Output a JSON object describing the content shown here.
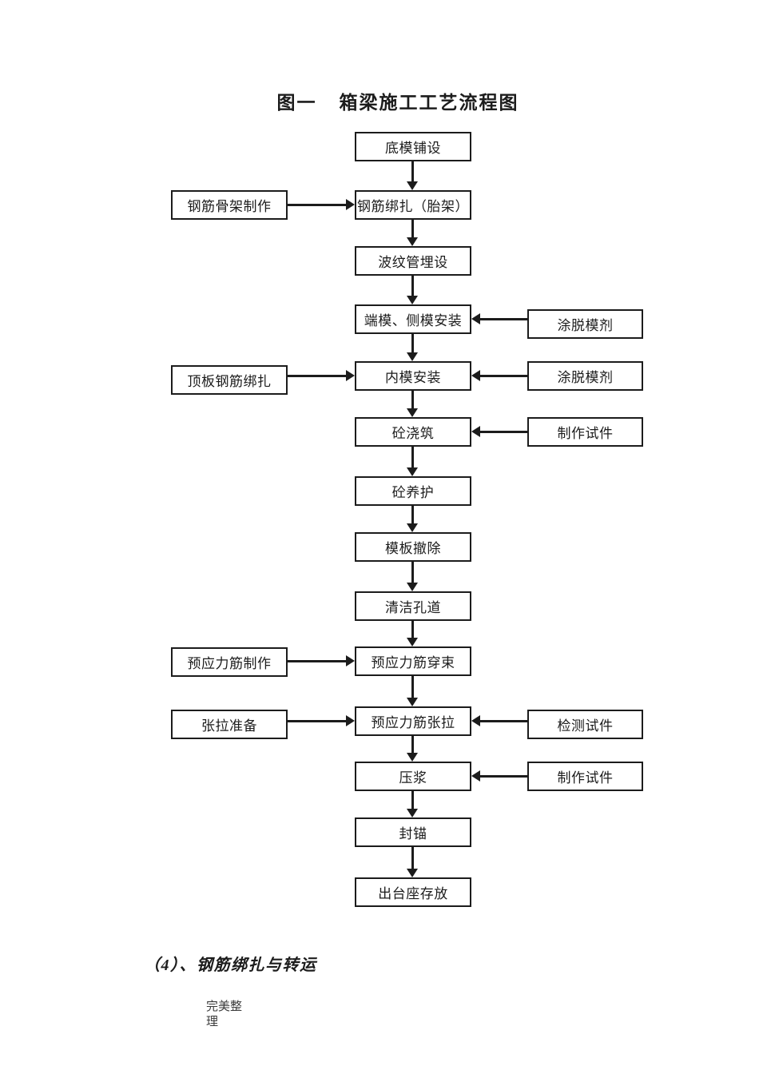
{
  "figure": {
    "title_prefix": "图一",
    "title_text": "箱梁施工工艺流程图"
  },
  "flowchart": {
    "main_nodes": [
      {
        "label": "底模铺设"
      },
      {
        "label": "钢筋绑扎（胎架）"
      },
      {
        "label": "波纹管埋设"
      },
      {
        "label": "端模、侧模安装"
      },
      {
        "label": "内模安装"
      },
      {
        "label": "砼浇筑"
      },
      {
        "label": "砼养护"
      },
      {
        "label": "模板撤除"
      },
      {
        "label": "清洁孔道"
      },
      {
        "label": "预应力筋穿束"
      },
      {
        "label": "预应力筋张拉"
      },
      {
        "label": "压浆"
      },
      {
        "label": "封锚"
      },
      {
        "label": "出台座存放"
      }
    ],
    "left_nodes": [
      {
        "label": "钢筋骨架制作"
      },
      {
        "label": "顶板钢筋绑扎"
      },
      {
        "label": "预应力筋制作"
      },
      {
        "label": "张拉准备"
      }
    ],
    "right_nodes": [
      {
        "label": "涂脱模剂"
      },
      {
        "label": "涂脱模剂"
      },
      {
        "label": "制作试件"
      },
      {
        "label": "检测试件"
      },
      {
        "label": "制作试件"
      }
    ]
  },
  "section": {
    "heading": "（4）、钢筋绑扎与转运"
  },
  "footer": {
    "text": "完美整理"
  },
  "colors": {
    "ink": "#1c1c1c",
    "paper": "#ffffff",
    "footer-ink": "#3a3a3a"
  }
}
